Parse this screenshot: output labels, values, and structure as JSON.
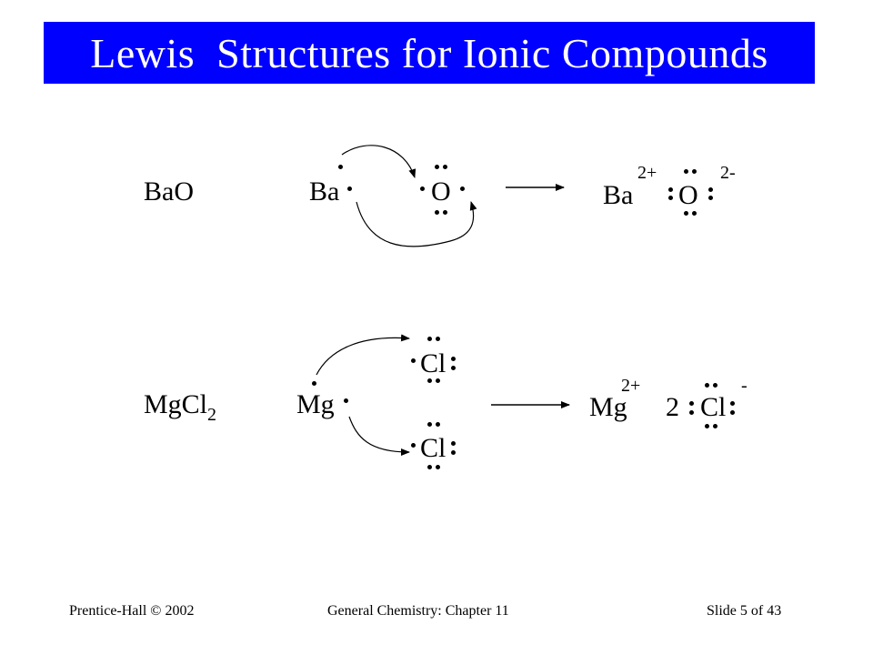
{
  "title": "Lewis  Structures for Ionic Compounds",
  "rows": [
    {
      "compound": "BaO",
      "reactants": {
        "metal": "Ba",
        "nonmetal": "O"
      },
      "products": {
        "cation": "Ba",
        "cation_charge": "2+",
        "anion": "O",
        "anion_charge": "2-"
      }
    },
    {
      "compound": "MgCl",
      "compound_subscript": "2",
      "reactants": {
        "metal": "Mg",
        "nonmetal_1": "Cl",
        "nonmetal_2": "Cl"
      },
      "products": {
        "cation": "Mg",
        "cation_charge": "2+",
        "coefficient": "2",
        "anion": "Cl",
        "anion_charge": "-"
      }
    }
  ],
  "footer": {
    "left": "Prentice-Hall © 2002",
    "center": "General Chemistry: Chapter 11",
    "right": "Slide 5 of 43"
  },
  "colors": {
    "title_background": "#0000ff",
    "title_text": "#ffffff"
  }
}
